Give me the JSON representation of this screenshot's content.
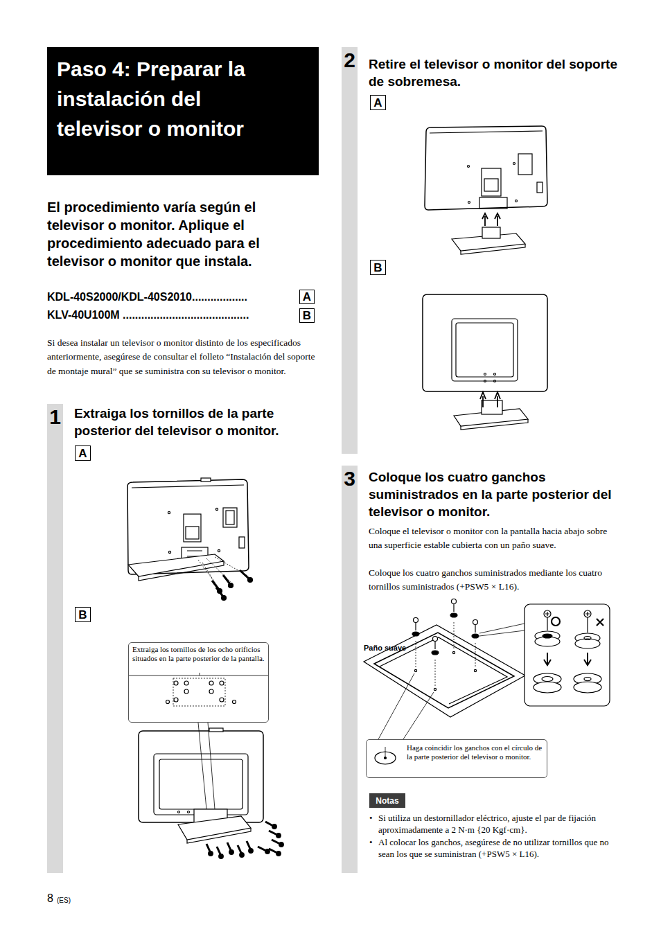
{
  "diagram": {
    "title": "Paso 4: Preparar la instalación del televisor o monitor",
    "nodes": [
      {
        "text": [
          "A"
        ]
      },
      {
        "text": [
          "B"
        ]
      },
      {
        "text": [
          "1"
        ]
      },
      {
        "text": [
          "A"
        ]
      },
      {
        "text": [
          "B"
        ]
      },
      {
        "text": [
          "Extraiga los tornillos de los ocho orificios situados en la parte posterior de la pantalla."
        ]
      },
      {
        "text": [
          "2"
        ]
      },
      {
        "text": [
          "A"
        ]
      },
      {
        "text": [
          "B"
        ]
      },
      {
        "text": [
          "3"
        ]
      },
      {
        "text": [
          "Haga coincidir los ganchos con el círculo de la parte posterior del televisor o monitor."
        ]
      },
      {
        "text": [
          "Notas"
        ]
      }
    ],
    "labels": [
      "El procedimiento varía según el televisor o monitor. Aplique el procedimiento adecuado para el televisor o monitor que instala.",
      "KDL-40S2000/KDL-40S2010..................",
      "KLV-40U100M .........................................",
      "Si desea instalar un televisor o monitor distinto de los especificados anteriormente, asegúrese de consultar el folleto “Instalación del soporte de montaje mural” que se suministra con su televisor o monitor.",
      "Extraiga los tornillos de la parte posterior del televisor o monitor.",
      "Retire el televisor o monitor del soporte de sobremesa.",
      "Coloque los cuatro ganchos suministrados en la parte posterior del televisor o monitor.",
      "Coloque el televisor o monitor con la pantalla hacia abajo sobre una superficie estable cubierta con un paño suave.",
      "Coloque los cuatro ganchos suministrados mediante los cuatro tornillos suministrados (+PSW5 × L16).",
      "Paño suave",
      "•",
      "Si utiliza un destornillador eléctrico, ajuste el par de fijación aproximadamente a 2 N·m {20 Kgf·cm}.",
      "•",
      "Al colocar los ganchos, asegúrese de no utilizar tornillos que no sean los que se suministran (+PSW5 × L16).",
      "8",
      "(ES)"
    ]
  }
}
